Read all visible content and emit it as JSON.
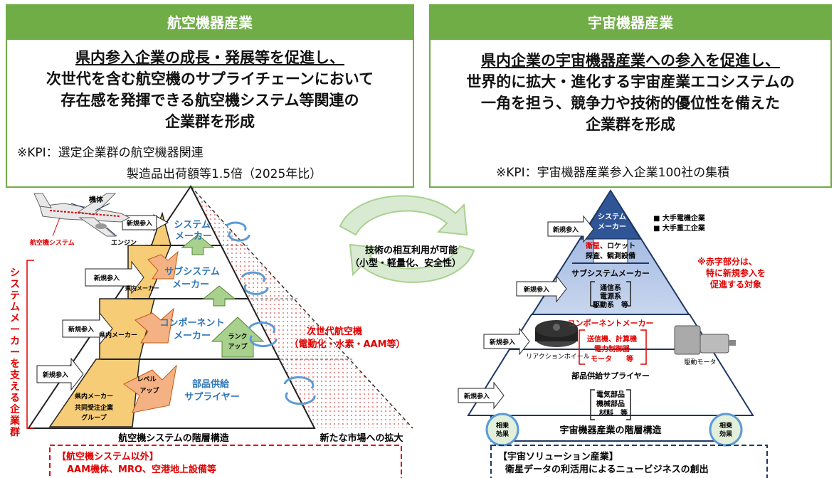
{
  "left_panel": {
    "header": "航空機器産業",
    "goal_lines": [
      "県内参入企業の成長・発展等を促進し、",
      "次世代を含む航空機のサプライチェーンにおいて",
      "存在感を発揮できる航空機システム等関連の",
      "企業群を形成"
    ],
    "kpi_line1": "※KPI：選定企業群の航空機器関連",
    "kpi_line2": "製造品出荷額等1.5倍（2025年比）"
  },
  "right_panel": {
    "header": "宇宙機器産業",
    "goal_lines": [
      "県内企業の宇宙機器産業への参入を促進し、",
      "世界的に拡大・進化する宇宙産業エコシステムの",
      "一角を担う、競争力や技術的優位性を備えた",
      "企業群を形成"
    ],
    "kpi": "※KPI：宇宙機器産業参入企業100社の集積"
  },
  "center": {
    "line1": "技術の相互利用が可能",
    "line2": "（小型・軽量化、安全性）"
  },
  "aircraft_pyramid": {
    "airplane_labels": {
      "body": "機体",
      "system": "航空機システム",
      "engine": "エンジン"
    },
    "tiers": [
      {
        "name_line1": "システム",
        "name_line2": "メーカー"
      },
      {
        "name_line1": "サブシステム",
        "name_line2": "メーカー"
      },
      {
        "name_line1": "コンポーネント",
        "name_line2": "メーカー"
      },
      {
        "name_line1": "部品供給",
        "name_line2": "サプライヤー"
      }
    ],
    "new_entry": "新規参入",
    "local1": "県内メーカー",
    "local2": "県内メーカー",
    "local3_line1": "県内メーカー",
    "local3_line2": "共同受注企業",
    "local3_line3": "グループ",
    "rank_up_line1": "ランク",
    "rank_up_line2": "アップ",
    "level_up_line1": "レベル",
    "level_up_line2": "アップ",
    "side_label": "システムメーカーを支える企業群",
    "next_gen_line1": "次世代航空機",
    "next_gen_line2": "（電動化・水素・AAM等）",
    "caption": "航空機システムの階層構造",
    "expansion": "新たな市場への拡大",
    "other_title": "【航空機システム以外】",
    "other_items": "AAM機体、MRO、空港地上設備等"
  },
  "space_pyramid": {
    "top_line1": "システム",
    "top_line2": "メーカー",
    "top_red": "衛星",
    "top_rest": "、ロケット",
    "top_line4": "探査、観測設備",
    "bullet1": "■ 大手電機企業",
    "bullet2": "■ 大手重工企業",
    "note_line1": "※赤字部分は、",
    "note_line2": "特に新規参入を",
    "note_line3": "促進する対象",
    "sub_title": "サブシステムメーカー",
    "sub_items": [
      "通信系",
      "電源系",
      "駆動系　等"
    ],
    "comp_title": "コンポーネントメーカー",
    "comp_items": [
      "送信機、計算機",
      "電力制御器",
      "モータ　　等"
    ],
    "wheel_label": "リアクションホイール",
    "motor_label": "駆動モータ",
    "parts_title": "部品供給サプライヤー",
    "parts_items": [
      "電気部品",
      "機械部品",
      "材料　等"
    ],
    "synergy_line1": "相乗",
    "synergy_line2": "効果",
    "caption": "宇宙機器産業の階層構造",
    "new_entry": "新規参入",
    "solution_title": "【宇宙ソリューション産業】",
    "solution_text": "衛星データの利活用によるニュービジネスの創出"
  },
  "colors": {
    "green": "#70ad47",
    "red": "#e00000",
    "tan": "#f6cc77",
    "navy": "#1f3864",
    "blue_text": "#2e75b6"
  }
}
